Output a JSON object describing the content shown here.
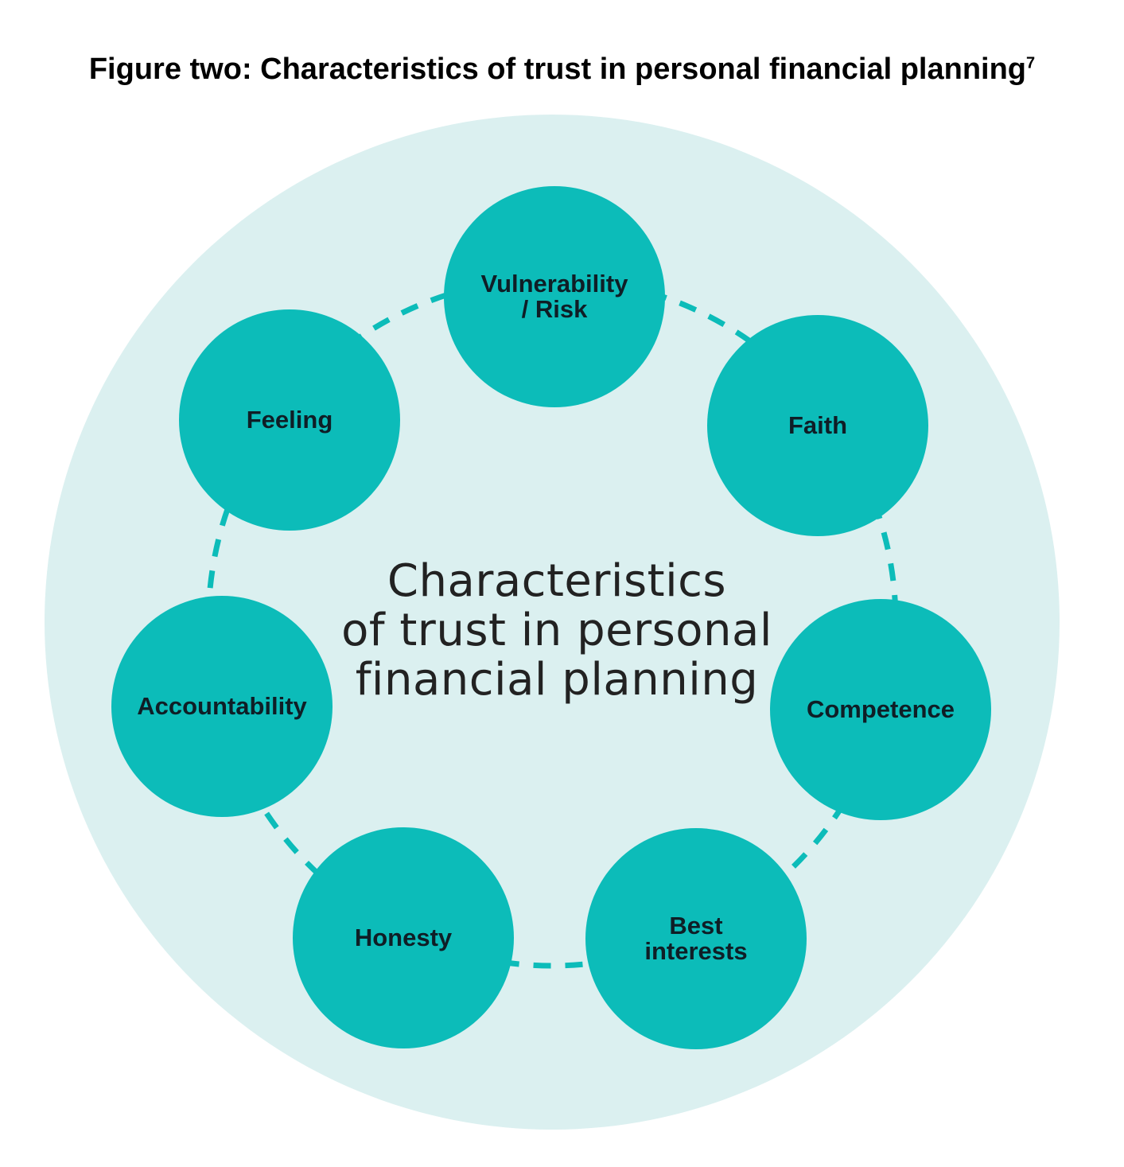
{
  "figure": {
    "title": "Figure two: Characteristics of trust in personal financial planning",
    "title_superscript": "7"
  },
  "diagram": {
    "center_lines": [
      "Characteristics",
      "of trust in personal",
      "financial planning"
    ],
    "nodes": [
      {
        "lines": [
          "Vulnerability",
          "/ Risk"
        ]
      },
      {
        "lines": [
          "Faith"
        ]
      },
      {
        "lines": [
          "Competence"
        ]
      },
      {
        "lines": [
          "Best",
          "interests"
        ]
      },
      {
        "lines": [
          "Honesty"
        ]
      },
      {
        "lines": [
          "Accountability"
        ]
      },
      {
        "lines": [
          "Feeling"
        ]
      }
    ],
    "colors": {
      "background_circle": "#dbf0f0",
      "node_fill": "#0cbcb9",
      "connector": "#0cbcb9",
      "node_text": "#0f1e26",
      "center_text": "#222222"
    }
  }
}
